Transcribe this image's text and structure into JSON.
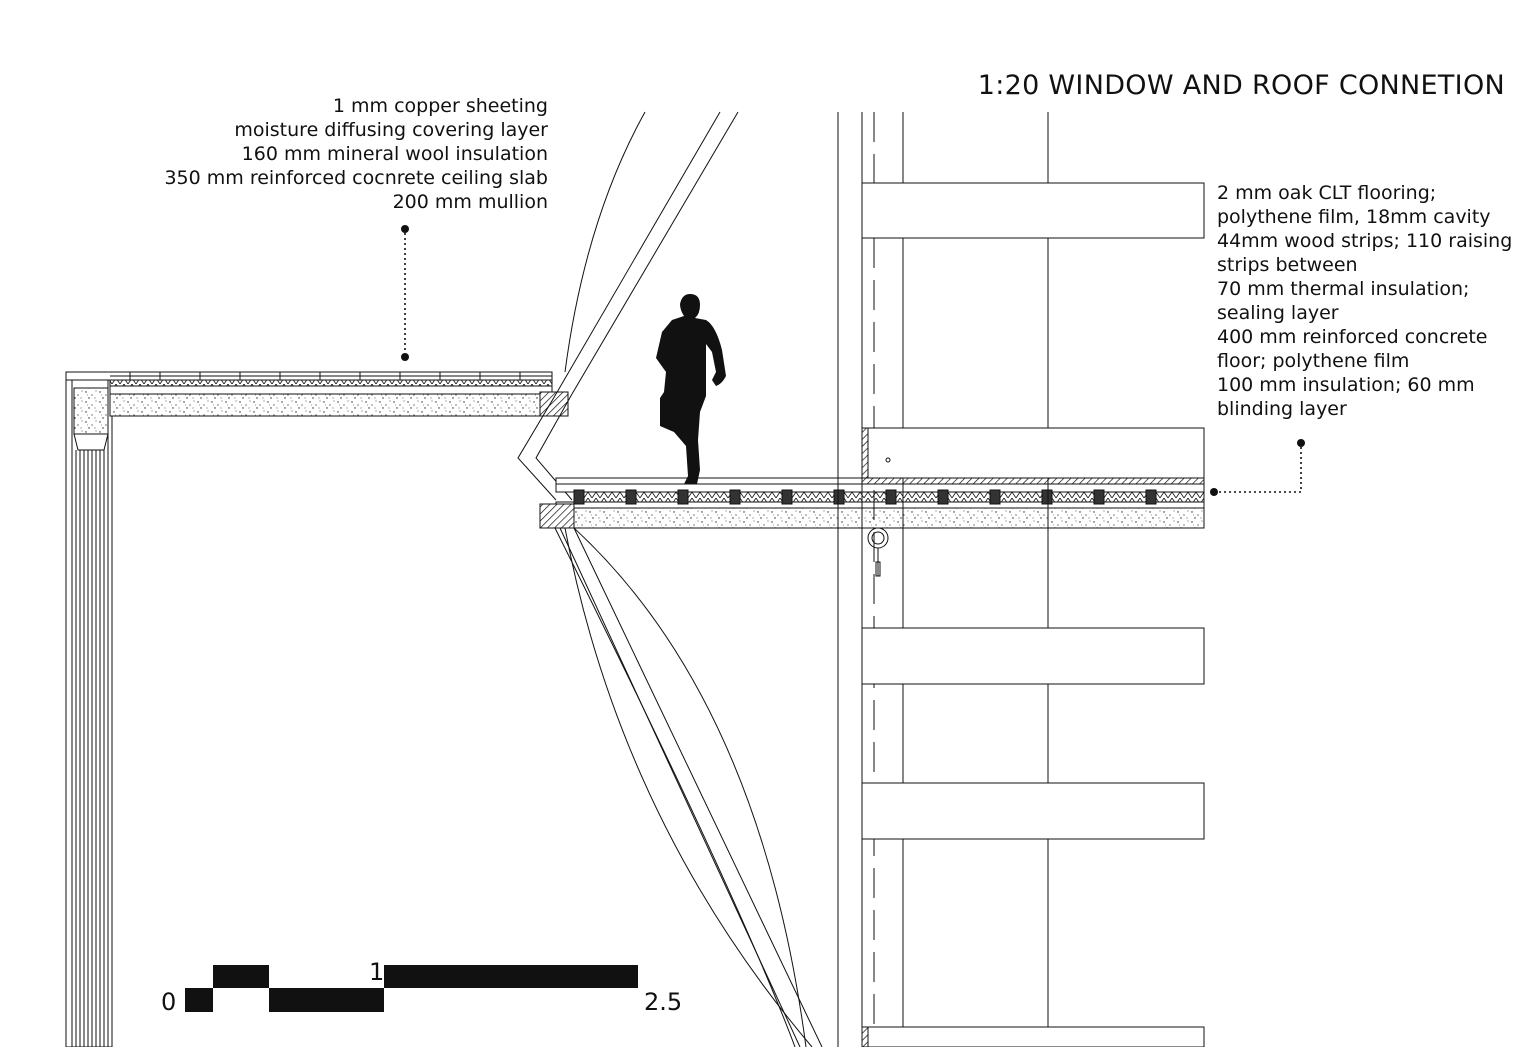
{
  "title": "1:20 WINDOW AND ROOF CONNETION",
  "roof_callout": {
    "lines": [
      "1 mm copper sheeting",
      "moisture diffusing covering layer",
      "160 mm mineral wool insulation",
      "350 mm reinforced cocnrete ceiling slab",
      "200 mm mullion"
    ]
  },
  "floor_callout": {
    "lines": [
      "2 mm oak CLT flooring;",
      "polythene film, 18mm cavity",
      "44mm wood strips; 110  raising",
      "strips between",
      "70 mm thermal insulation;",
      "sealing layer",
      "400 mm reinforced concrete",
      "floor; polythene film",
      "100 mm insulation; 60 mm",
      "blinding layer"
    ]
  },
  "scale_bar": {
    "labels": [
      "0",
      "1",
      "2.5"
    ]
  }
}
